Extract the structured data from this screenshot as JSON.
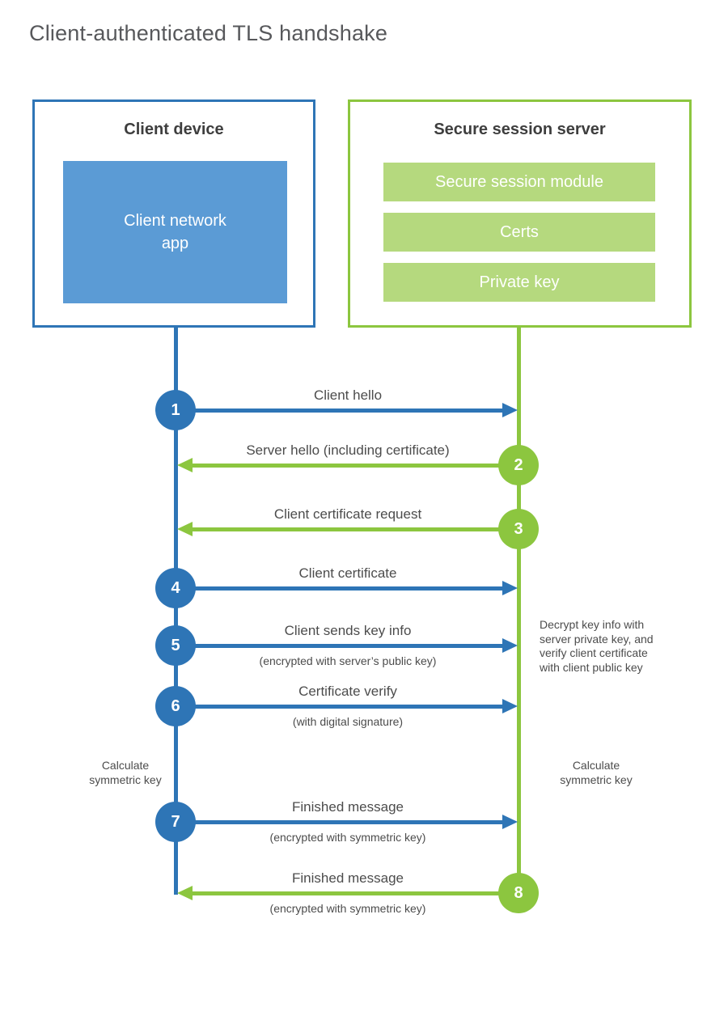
{
  "title": "Client-authenticated TLS handshake",
  "client": {
    "title": "Client device",
    "app_label": "Client network app"
  },
  "server": {
    "title": "Secure session server",
    "modules": [
      "Secure session module",
      "Certs",
      "Private key"
    ]
  },
  "steps": [
    {
      "num": "1",
      "label": "Client hello",
      "sub": "",
      "from": "client",
      "to": "server"
    },
    {
      "num": "2",
      "label": "Server hello (including certificate)",
      "sub": "",
      "from": "server",
      "to": "client"
    },
    {
      "num": "3",
      "label": "Client certificate request",
      "sub": "",
      "from": "server",
      "to": "client"
    },
    {
      "num": "4",
      "label": "Client certificate",
      "sub": "",
      "from": "client",
      "to": "server"
    },
    {
      "num": "5",
      "label": "Client sends key info",
      "sub": "(encrypted with server’s public key)",
      "from": "client",
      "to": "server"
    },
    {
      "num": "6",
      "label": "Certificate verify",
      "sub": "(with digital signature)",
      "from": "client",
      "to": "server"
    },
    {
      "num": "7",
      "label": "Finished message",
      "sub": "(encrypted with symmetric key)",
      "from": "client",
      "to": "server"
    },
    {
      "num": "8",
      "label": "Finished message",
      "sub": "(encrypted with symmetric key)",
      "from": "server",
      "to": "client"
    }
  ],
  "notes": {
    "decrypt": "Decrypt key info with server private key, and verify client certificate with client public key",
    "client_calc": "Calculate symmetric key",
    "server_calc": "Calculate symmetric key"
  },
  "colors": {
    "blue": "#2E75B6",
    "light_blue": "#5B9BD5",
    "green": "#8CC63F",
    "light_green": "#B5D97E"
  }
}
